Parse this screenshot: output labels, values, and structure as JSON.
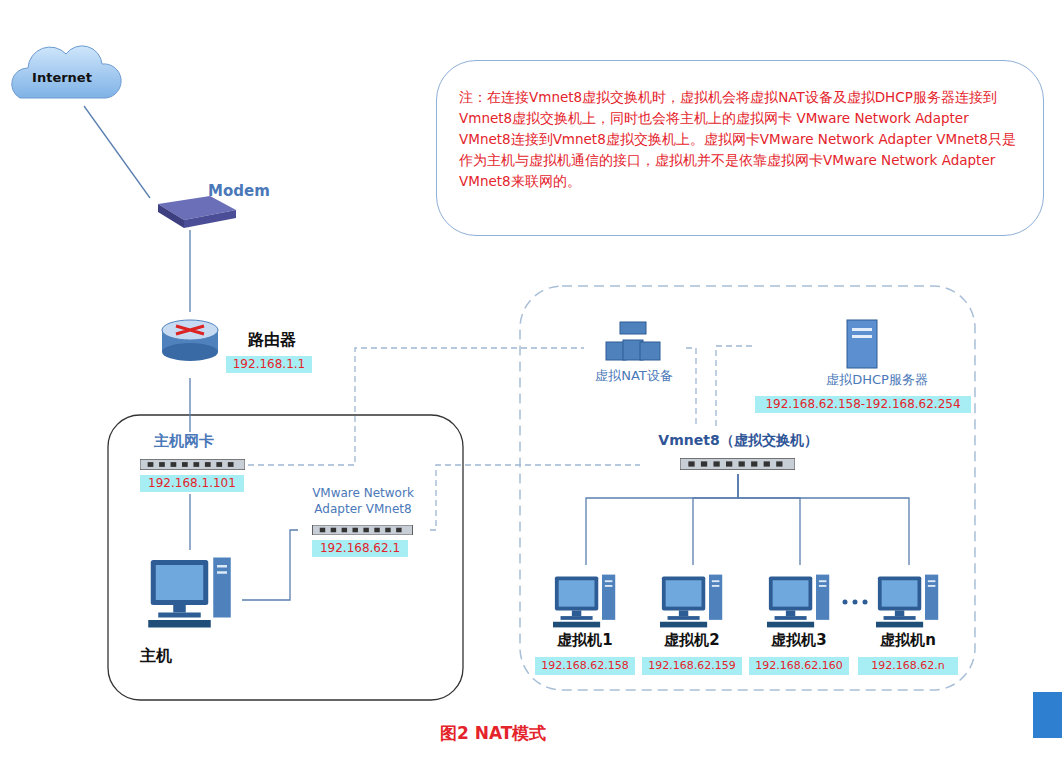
{
  "diagram": {
    "caption": "图2 NAT模式",
    "nodes": [
      {
        "text": [
          "Internet"
        ]
      },
      {
        "text": [
          "Modem"
        ]
      },
      {
        "text": [
          "路由器",
          "192.168.1.1"
        ]
      },
      {
        "text": [
          "主机网卡",
          "192.168.1.101"
        ]
      },
      {
        "text": [
          "主机"
        ]
      },
      {
        "text": [
          "VMware Network Adapter VMnet8",
          "192.168.62.1"
        ]
      },
      {
        "text": [
          "虚拟NAT设备"
        ]
      },
      {
        "text": [
          "虚拟DHCP服务器",
          "192.168.62.158-192.168.62.254"
        ]
      },
      {
        "text": [
          "Vmnet8（虚拟交换机）"
        ]
      },
      {
        "text": [
          "虚拟机1",
          "192.168.62.158"
        ]
      },
      {
        "text": [
          "虚拟机2",
          "192.168.62.159"
        ]
      },
      {
        "text": [
          "虚拟机3",
          "192.168.62.160"
        ]
      },
      {
        "text": [
          "虚拟机n",
          "192.168.62.n"
        ]
      },
      {
        "text": [
          "注：在连接Vmnet8虚拟交换机时，虚拟机会将虚拟NAT设备及虚拟DHCP服务器连接到Vmnet8虚拟交换机上，同时也会将主机上的虚拟网卡 VMware Network Adapter VMnet8连接到Vmnet8虚拟交换机上。虚拟网卡VMware Network Adapter VMnet8只是作为主机与虚拟机通信的接口，虚拟机并不是依靠虚拟网卡VMware Network Adapter VMnet8来联网的。"
        ]
      }
    ],
    "edges": [
      {
        "from": 0,
        "to": 1,
        "arrow": "none"
      },
      {
        "from": 1,
        "to": 2,
        "arrow": "none"
      },
      {
        "from": 2,
        "to": 3,
        "arrow": "none"
      },
      {
        "from": 3,
        "to": 4,
        "arrow": "none"
      },
      {
        "from": 4,
        "to": 5,
        "arrow": "none"
      },
      {
        "from": 3,
        "to": 6,
        "arrow": "none"
      },
      {
        "from": 5,
        "to": 8,
        "arrow": "none"
      },
      {
        "from": 6,
        "to": 8,
        "arrow": "none"
      },
      {
        "from": 7,
        "to": 8,
        "arrow": "none"
      },
      {
        "from": 8,
        "to": 9,
        "arrow": "none"
      },
      {
        "from": 8,
        "to": 10,
        "arrow": "none"
      },
      {
        "from": 8,
        "to": 11,
        "arrow": "none"
      },
      {
        "from": 8,
        "to": 12,
        "arrow": "none"
      }
    ]
  }
}
